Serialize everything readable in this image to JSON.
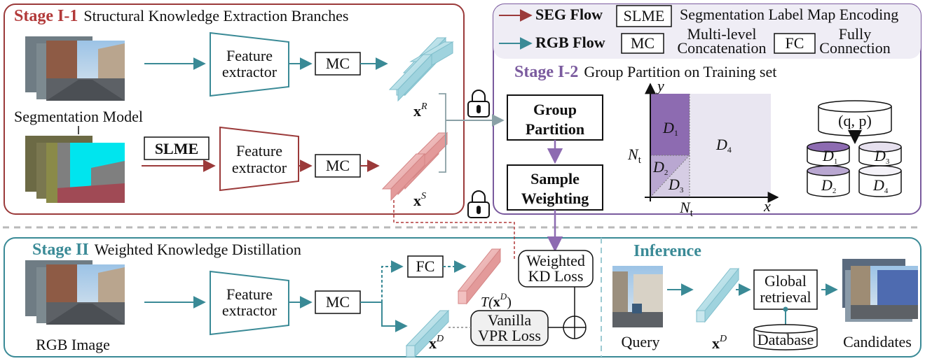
{
  "legend": {
    "seg_flow": "SEG Flow",
    "rgb_flow": "RGB Flow",
    "slme_abbr": "SLME",
    "slme_desc": "Segmentation Label Map Encoding",
    "mc_abbr": "MC",
    "mc_desc_line1": "Multi-level",
    "mc_desc_line2": "Concatenation",
    "fc_abbr": "FC",
    "fc_desc_line1": "Fully",
    "fc_desc_line2": "Connection"
  },
  "stage1_1": {
    "tag": "Stage I-1",
    "title": "Structural Knowledge Extraction Branches",
    "seg_model": "Segmentation Model",
    "slme": "SLME",
    "feature_line1": "Feature",
    "feature_line2": "extractor",
    "mc": "MC"
  },
  "stage1_2": {
    "tag": "Stage I-2",
    "title": "Group Partition on Training set",
    "group_line1": "Group",
    "group_line2": "Partition",
    "weight_line1": "Sample",
    "weight_line2": "Weighting",
    "axis_y": "y",
    "axis_x": "x",
    "nt": "N",
    "nt_sub": "t",
    "d1": "D",
    "d1_sub": "1",
    "d2": "D",
    "d2_sub": "2",
    "d3": "D",
    "d3_sub": "3",
    "d4": "D",
    "d4_sub": "4",
    "qp": "(q, p)"
  },
  "stage2": {
    "tag": "Stage II",
    "title": "Weighted Knowledge Distillation",
    "rgb_image": "RGB Image",
    "feature_line1": "Feature",
    "feature_line2": "extractor",
    "mc": "MC",
    "fc": "FC",
    "wkd_line1": "Weighted",
    "wkd_line2": "KD Loss",
    "vpr_line1": "Vanilla",
    "vpr_line2": "VPR Loss",
    "t_prefix": "T(",
    "t_suffix": ")"
  },
  "inference": {
    "tag": "Inference",
    "query": "Query",
    "global_line1": "Global",
    "global_line2": "retrieval",
    "database": "Database",
    "candidates": "Candidates"
  },
  "vectors": {
    "x": "x",
    "r": "R",
    "s": "S",
    "d": "D"
  },
  "colors": {
    "seg": "#9b3a3a",
    "rgb": "#3a8a96",
    "stage1_title": "#b23a3a",
    "stage12_title": "#7a5a9e",
    "stage2_title": "#3a8a96",
    "purple_dark": "#8d6bb1",
    "purple_light": "#e9e6f1",
    "cyan": "#00e5ee"
  }
}
